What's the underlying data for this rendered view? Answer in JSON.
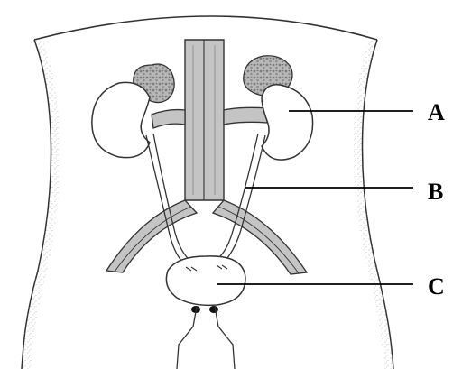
{
  "diagram": {
    "labels": {
      "a": "A",
      "b": "B",
      "c": "C"
    }
  },
  "colors": {
    "line": "#222222",
    "vessel_fill": "#bdbdbd",
    "gland_fill": "#a9a9a9",
    "stipple": "#8a8a8a",
    "background": "#ffffff"
  }
}
